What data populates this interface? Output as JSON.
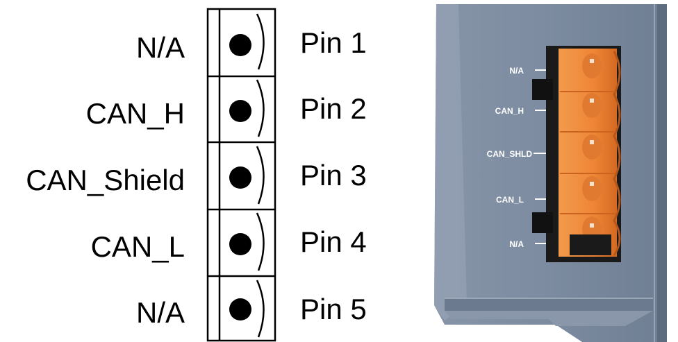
{
  "schematic": {
    "rows": [
      {
        "signal": "N/A",
        "pin": "Pin 1"
      },
      {
        "signal": "CAN_H",
        "pin": "Pin 2"
      },
      {
        "signal": "CAN_Shield",
        "pin": "Pin 3"
      },
      {
        "signal": "CAN_L",
        "pin": "Pin 4"
      },
      {
        "signal": "N/A",
        "pin": "Pin 5"
      }
    ]
  },
  "photo": {
    "labels": [
      "N/A",
      "CAN_H",
      "CAN_SHLD",
      "CAN_L",
      "N/A"
    ],
    "colors": {
      "housing": "#7f8ea2",
      "housing_light": "#a3b0c1",
      "connector": "#f08a3c",
      "connector_dark": "#c9631e",
      "label_text": "#ffffff"
    }
  }
}
